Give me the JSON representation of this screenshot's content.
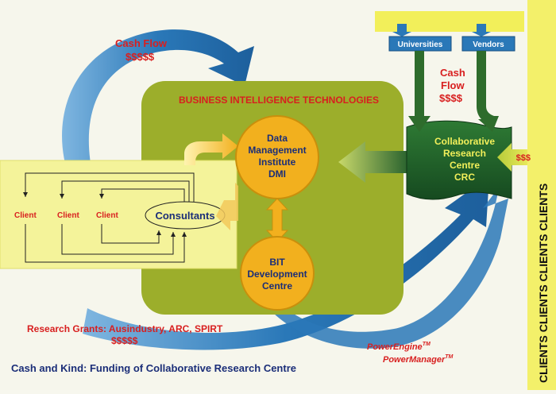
{
  "title": {
    "caption": "Cash and Kind: Funding of Collaborative Research Centre"
  },
  "bit": {
    "label": "BUSINESS INTELLIGENCE TECHNOLOGIES"
  },
  "nodes": {
    "dmi": [
      "Data",
      "Management",
      "Institute",
      "DMI"
    ],
    "bit_centre": [
      "BIT",
      "Development",
      "Centre"
    ],
    "crc": [
      "Collaborative",
      "Research",
      "Centre",
      "CRC"
    ],
    "consultants": "Consultants",
    "clients": [
      "Client",
      "Client",
      "Client"
    ]
  },
  "inputs": {
    "universities": "Universities",
    "vendors": "Vendors"
  },
  "labels": {
    "cashflow_left_1": "Cash Flow",
    "cashflow_left_2": "$$$$$",
    "cashflow_right_1": "Cash",
    "cashflow_right_2": "Flow",
    "cashflow_right_3": "$$$$",
    "crc_dollars": "$$$",
    "grants": "Research Grants: Ausindustry, ARC, SPIRT",
    "grants_dollars": "$$$$$",
    "powerengine": "PowerEngine",
    "powermanager": "PowerManager",
    "tm": "TM"
  },
  "side_banner": {
    "text": "CLIENTS CLIENTS CLIENTS CLIENTS"
  },
  "colors": {
    "bit_box": "#9bad2a",
    "client_box": "#f4f39a",
    "node_fill": "#f2b01e",
    "crc_dark": "#1e5a2a",
    "input_box": "#2a78b8",
    "blue_arrow": "#2a78b8",
    "banner": "#f2f055",
    "red_text": "#d81f1f",
    "navy_text": "#1b2e78"
  }
}
